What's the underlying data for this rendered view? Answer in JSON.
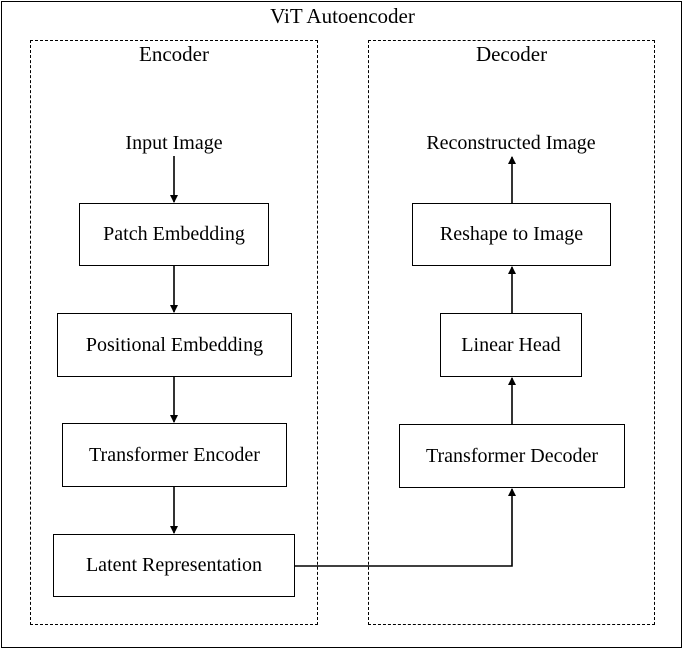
{
  "title": "ViT Autoencoder",
  "encoder": {
    "label": "Encoder",
    "input": "Input Image",
    "steps": [
      "Patch Embedding",
      "Positional Embedding",
      "Transformer Encoder",
      "Latent Representation"
    ]
  },
  "decoder": {
    "label": "Decoder",
    "output": "Reconstructed Image",
    "steps": [
      "Reshape to Image",
      "Linear Head",
      "Transformer Decoder"
    ]
  }
}
